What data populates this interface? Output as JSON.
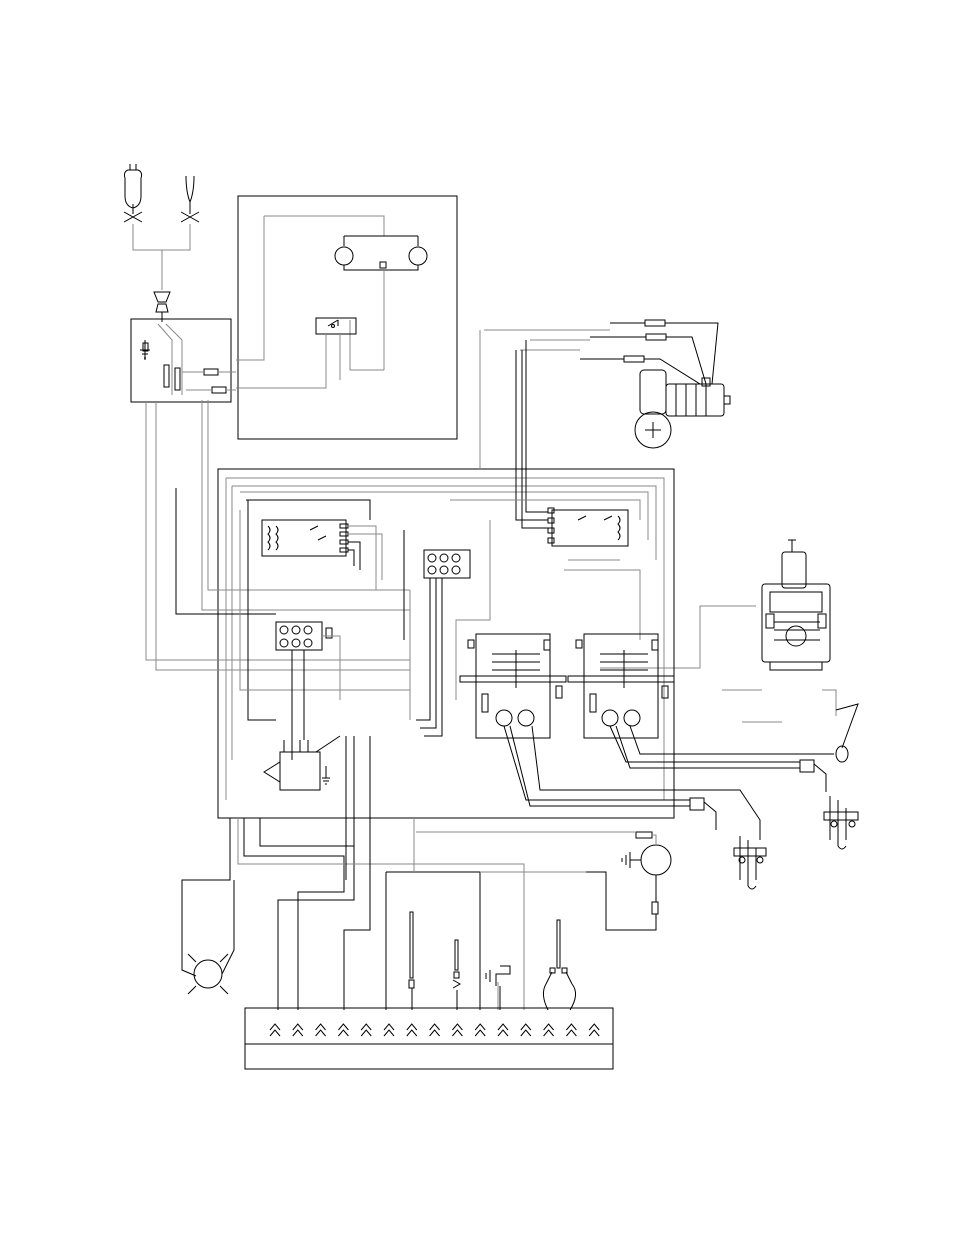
{
  "diagram": {
    "type": "wiring-schematic",
    "line_colors": {
      "primary": "#000000",
      "secondary": "#8a8a8a",
      "background": "#ffffff"
    },
    "terminal_strip": {
      "connector_count": 15
    },
    "components": [
      "power-plug-icon",
      "bare-leads-icon",
      "junction-box",
      "remote-enclosure",
      "control-panel-enclosure",
      "blower-motor-icon",
      "gas-valve-icon",
      "transformer-icon",
      "relay-block",
      "timer-module",
      "ignition-control-left",
      "ignition-control-right",
      "spark-igniter-left",
      "spark-igniter-right",
      "pilot-burner-left",
      "pilot-burner-right",
      "pump-motor-icon",
      "lamp-icon",
      "thermocouple-probe",
      "ground-symbol-icon",
      "terminal-strip"
    ]
  }
}
